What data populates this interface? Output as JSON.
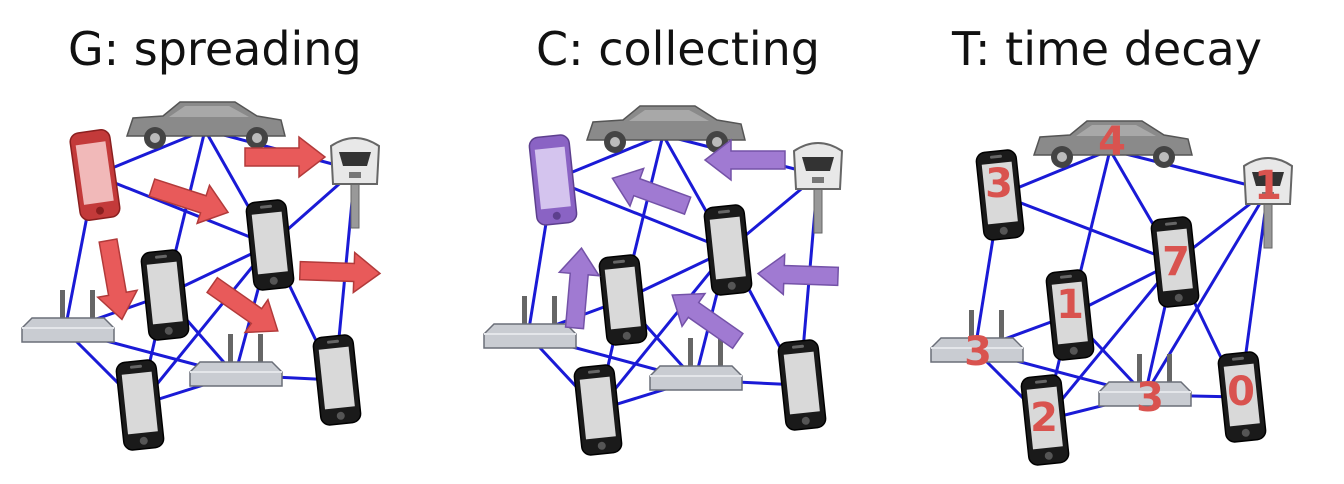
{
  "titles": {
    "spreading": "G: spreading",
    "collecting": "C: collecting",
    "decay": "T: time decay"
  },
  "colors": {
    "edge": "#1a1ad6",
    "spread_arrow": "#e85a5a",
    "collect_arrow": "#a07ad2",
    "phone_active_spread": "#c33a3a",
    "phone_active_collect": "#8a63c4",
    "number": "#d9534f",
    "phone": "#1a1a1a",
    "car": "#8a8a8a",
    "router": "#c9ccd2"
  },
  "icons": [
    "car-icon",
    "phone-icon",
    "router-icon",
    "parking-meter-icon",
    "arrow-icon"
  ],
  "decay_values": {
    "car": "4",
    "meter": "1",
    "phone_top_left": "3",
    "phone_mid": "1",
    "phone_right": "7",
    "router_left": "3",
    "phone_bottom_left": "2",
    "router_center": "3",
    "phone_bottom_right": "0"
  }
}
